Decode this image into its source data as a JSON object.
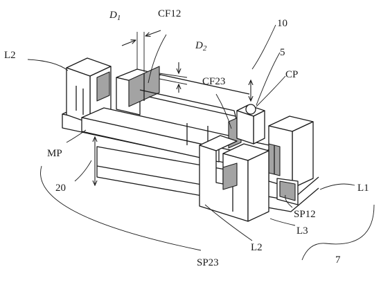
{
  "labels": {
    "d1_main": "D",
    "d1_sub": "1",
    "d2_main": "D",
    "d2_sub": "2",
    "cf12": "CF12",
    "ten": "10",
    "five": "5",
    "cp": "CP",
    "l2_top": "L2",
    "cf23": "CF23",
    "mp": "MP",
    "twenty": "20",
    "l1": "L1",
    "sp12": "SP12",
    "l3": "L3",
    "seven": "7",
    "l2_bottom": "L2",
    "sp23": "SP23"
  },
  "colors": {
    "line": "#1a1a1a",
    "shading": "#a3a3a3",
    "background": "#ffffff"
  }
}
